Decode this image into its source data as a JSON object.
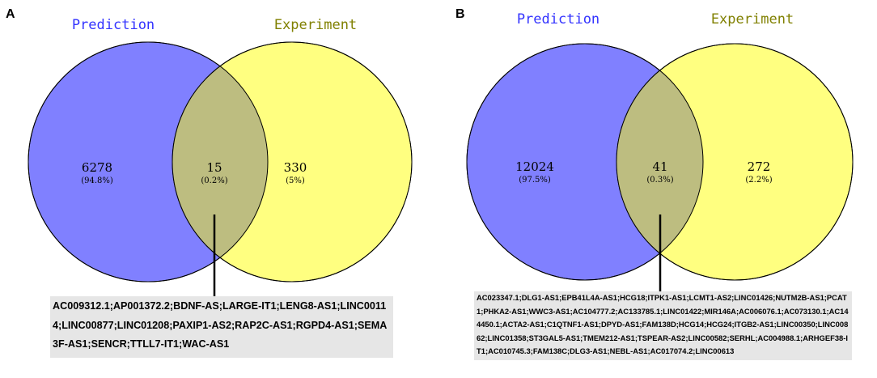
{
  "colors": {
    "prediction": "#8080ff",
    "experiment": "#ffff80",
    "overlap": "#bdbd80",
    "prediction_title": "#3333ff",
    "experiment_title": "#808000",
    "gene_box": "#e6e6e6"
  },
  "panels": [
    {
      "letter": "A",
      "prediction_label": "Prediction",
      "experiment_label": "Experiment",
      "prediction_only": {
        "count": "6278",
        "percent": "(94.8%)"
      },
      "overlap": {
        "count": "15",
        "percent": "(0.2%)"
      },
      "experiment_only": {
        "count": "330",
        "percent": "(5%)"
      },
      "genes": "AC009312.1;AP001372.2;BDNF-AS;LARGE-IT1;LENG8-AS1;LINC00114;LINC00877;LINC01208;PAXIP1-AS2;RAP2C-AS1;RGPD4-AS1;SEMA3F-AS1;SENCR;TTLL7-IT1;WAC-AS1"
    },
    {
      "letter": "B",
      "prediction_label": "Prediction",
      "experiment_label": "Experiment",
      "prediction_only": {
        "count": "12024",
        "percent": "(97.5%)"
      },
      "overlap": {
        "count": "41",
        "percent": "(0.3%)"
      },
      "experiment_only": {
        "count": "272",
        "percent": "(2.2%)"
      },
      "genes": "AC023347.1;DLG1-AS1;EPB41L4A-AS1;HCG18;ITPK1-AS1;LCMT1-AS2;LINC01426;NUTM2B-AS1;PCAT1;PHKA2-AS1;WWC3-AS1;AC104777.2;AC133785.1;LINC01422;MIR146A;AC006076.1;AC073130.1;AC144450.1;ACTA2-AS1;C1QTNF1-AS1;DPYD-AS1;FAM138D;HCG14;HCG24;ITGB2-AS1;LINC00350;LINC00862;LINC01358;ST3GAL5-AS1;TMEM212-AS1;TSPEAR-AS2;LINC00582;SERHL;AC004988.1;ARHGEF38-IT1;AC010745.3;FAM138C;DLG3-AS1;NEBL-AS1;AC017074.2;LINC00613"
    }
  ]
}
